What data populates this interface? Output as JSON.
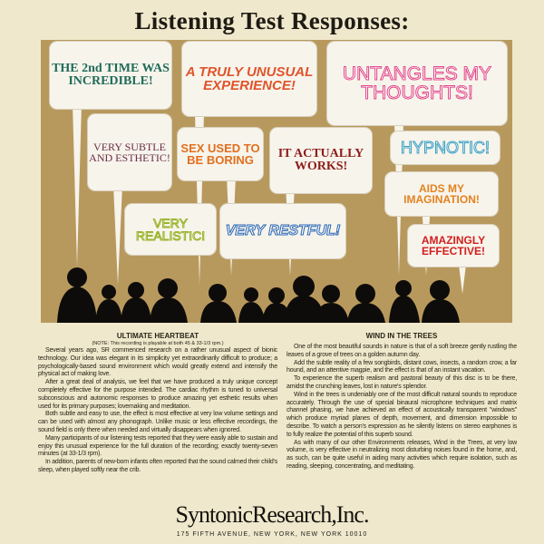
{
  "title": "Listening Test Responses:",
  "bubbles": [
    {
      "text": "THE 2nd TIME WAS INCREDIBLE!",
      "color": "#1f6b58"
    },
    {
      "text": "A TRULY UNUSUAL EXPERIENCE!",
      "color": "#e0542a"
    },
    {
      "text": "UNTANGLES MY THOUGHTS!",
      "color": "#e2478a"
    },
    {
      "text": "VERY SUBTLE AND ESTHETIC!",
      "color": "#6b2c48"
    },
    {
      "text": "SEX USED TO BE BORING",
      "color": "#e26f1e"
    },
    {
      "text": "IT ACTUALLY WORKS!",
      "color": "#8c1c18"
    },
    {
      "text": "HYPNOTIC!",
      "color": "#3a9fc2"
    },
    {
      "text": "AIDS MY IMAGINATION!",
      "color": "#e38220"
    },
    {
      "text": "AMAZINGLY EFFECTIVE!",
      "color": "#d2201e"
    },
    {
      "text": "VERY REALISTIC!",
      "color": "#9ab42a"
    },
    {
      "text": "VERY RESTFUL!",
      "color": "#2a66b0"
    }
  ],
  "left": {
    "heading": "ULTIMATE HEARTBEAT",
    "note": "(NOTE: This recording is playable at both 45 & 33-1/3 rpm.)",
    "paragraphs": [
      "Several years ago, SR commenced research on a rather unusual aspect of bionic technology. Our idea was elegant in its simplicity yet extraordinarily difficult to produce; a psychologically-based sound environment which would greatly extend and intensify the physical act of making love.",
      "After a great deal of analysis, we feel that we have produced a truly unique concept completely effective for the purpose intended. The cardiac rhythm is tuned to universal subconscious and autonomic responses to produce amazing yet esthetic results when used for its primary purposes; lovemaking and meditation.",
      "Both subtle and easy to use, the effect is most effective at very low volume settings and can be used with almost any phonograph. Unlike music or less effective recordings, the sound field is only there when needed and virtually disappears when ignored.",
      "Many participants of our listening tests reported that they were easily able to sustain and enjoy this unusual experience for the full duration of the recording; exactly twenty-seven minutes (at 33-1/3 rpm).",
      "In addition, parents of new-born infants often reported that the sound calmed their child's sleep, when played softly near the crib."
    ]
  },
  "right": {
    "heading": "WIND IN THE TREES",
    "paragraphs": [
      "One of the most beautiful sounds in nature is that of a soft breeze gently rustling the leaves of a grove of trees on a golden autumn day.",
      "Add the subtle reality of a few songbirds, distant cows, insects, a random crow, a far hound, and an attentive magpie, and the effect is that of an instant vacation.",
      "To experience the superb realism and pastoral beauty of this disc is to be there, amidst the crunching leaves, lost in nature's splendor.",
      "Wind in the trees is undeniably one of the most difficult natural sounds to reproduce accurately. Through the use of special binaural microphone techniques and matrix channel phasing, we have achieved an effect of acoustically transparent \"windows\" which produce myriad planes of depth, movement, and dimension impossible to describe. To watch a person's expression as he silently listens on stereo earphones is to fully realize the potential of this superb sound.",
      "As with many of our other Environments releases, Wind in the Trees, at very low volume, is very effective in neutralizing most disturbing noises found in the home, and, as such, can be quite useful in aiding many activities which require isolation, such as reading, sleeping, concentrating, and meditating."
    ]
  },
  "footer": {
    "brand": "SyntonicResearch,Inc.",
    "address": "175 FIFTH AVENUE, NEW YORK, NEW YORK 10010"
  }
}
